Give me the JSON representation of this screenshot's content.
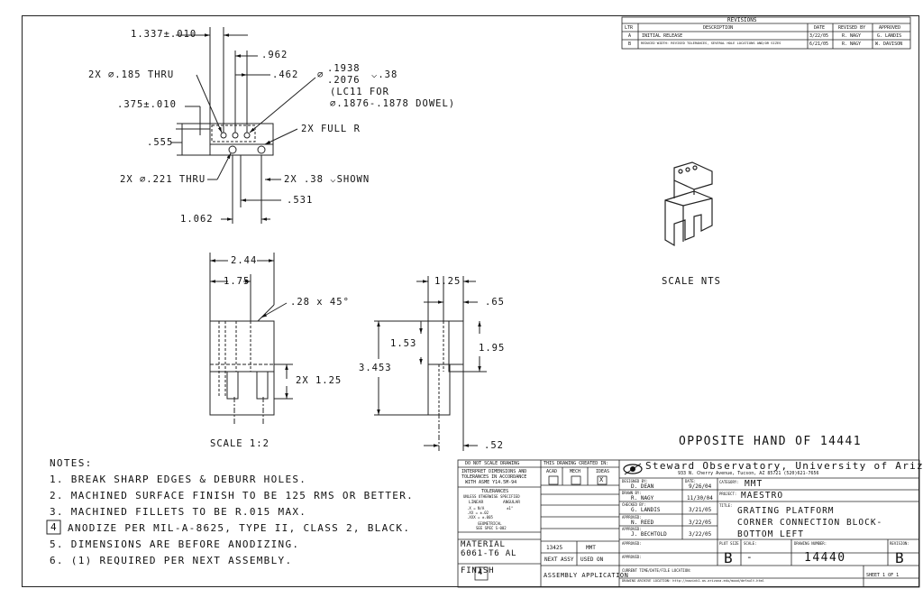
{
  "revisions": {
    "header": "REVISIONS",
    "columns": [
      "LTR",
      "DESCRIPTION",
      "DATE",
      "REVISED BY",
      "APPROVED"
    ],
    "rows": [
      [
        "A",
        "INITIAL RELEASE",
        "3/22/05",
        "R. NAGY",
        "G. LANDIS"
      ],
      [
        "B",
        "REDUCED WIDTH: REVISED TOLERANCES, SEVERAL HOLE LOCATIONS AND/OR SIZES",
        "6/21/05",
        "R. NAGY",
        "W. DAVISON"
      ]
    ]
  },
  "top_view_dims": {
    "d1337": "1.337±.010",
    "d962": ".962",
    "d462": ".462",
    "d185": "2X ⌀.185 THRU",
    "dia_sym": "⌀",
    "d1938": ".1938",
    "d2076": ".2076",
    "depth38": "⌵.38",
    "lc11": "(LC11 FOR",
    "dowel": "⌀.1876-.1878 DOWEL)",
    "d375": ".375±.010",
    "fullr": "2X FULL R",
    "d555": ".555",
    "d221": "2X ⌀.221 THRU",
    "d38shown": "2X .38 ⌵SHOWN",
    "d531": ".531",
    "d1062": "1.062"
  },
  "front_view_dims": {
    "d244": "2.44",
    "d175": "1.75",
    "chamfer": ".28 x 45°",
    "d2x125": "2X 1.25",
    "scale": "SCALE 1:2"
  },
  "side_view_dims": {
    "d125": "1.25",
    "d65": ".65",
    "d153": "1.53",
    "d195": "1.95",
    "d3453": "3.453",
    "d52": ".52"
  },
  "iso": {
    "scale": "SCALE NTS"
  },
  "opposite": "OPPOSITE HAND OF 14441",
  "notes": {
    "title": "NOTES:",
    "items": [
      "1. BREAK SHARP EDGES & DEBURR HOLES.",
      "2. MACHINED SURFACE FINISH TO BE 125 RMS OR BETTER.",
      "3. MACHINED FILLETS TO BE R.015 MAX.",
      "ANODIZE PER MIL-A-8625, TYPE II, CLASS 2, BLACK.",
      "5. DIMENSIONS ARE BEFORE ANODIZING.",
      "6. (1) REQUIRED PER NEXT ASSEMBLY."
    ],
    "flag_num": "4"
  },
  "title_block": {
    "no_scale": "DO NOT SCALE DRAWING",
    "interpret1": "INTERPRET DIMENSIONS AND",
    "interpret2": "TOLERANCES IN ACCORDANCE",
    "interpret3": "WITH ASME Y14.5M-94",
    "tol_title": "TOLERANCES",
    "tol_sub": "UNLESS OTHERWISE SPECIFIED",
    "tol_linear": "LINEAR",
    "tol_angular": "ANGULAR",
    "tol_x": ".X   = N/A",
    "tol_xx": ".XX  = ±.02",
    "tol_xxx": ".XXX = ±.005",
    "tol_ang": "±1°",
    "geo1": "GEOMETRICAL",
    "geo2": "SEE SPEC S-002",
    "material_label": "MATERIAL",
    "material": "6061-T6 AL",
    "finish_label": "FINISH",
    "finish_num": "4",
    "created_in": "THIS DRAWING CREATED IN:",
    "acad": "ACAD",
    "mech": "MECH",
    "ideas": "IDEAS",
    "ideas_mark": "X",
    "next_assy_no": "13425",
    "used_on_val": "MMT",
    "next_assy": "NEXT ASSY",
    "used_on": "USED ON",
    "assy_app": "ASSEMBLY APPLICATION",
    "org": "Steward Observatory, University of Arizona",
    "address": "933 N. Cherry Avenue, Tucson, AZ  85721  (520)621-7656",
    "designed_by_label": "DESIGNED BY:",
    "designed_by": "D. DEAN",
    "date_label": "DATE:",
    "designed_date": "9/26/04",
    "drawn_by_label": "DRAWN BY:",
    "drawn_by": "R. NAGY",
    "drawn_date": "11/30/04",
    "checked_label": "CHECKED BY:",
    "checked_by": "G. LANDIS",
    "checked_date": "3/21/05",
    "approved_label": "APPROVED:",
    "approved1": "N. REED",
    "approved1_date": "3/22/05",
    "approved2": "J. BECHTOLD",
    "approved2_date": "3/22/05",
    "category_label": "CATEGORY:",
    "category": "MMT",
    "project_label": "PROJECT:",
    "project": "MAESTRO",
    "title_label": "TITLE:",
    "title1": "GRATING PLATFORM",
    "title2": "CORNER CONNECTION BLOCK-",
    "title3": "BOTTOM LEFT",
    "plot_size_label": "PLOT SIZE",
    "plot_size": "B",
    "scale_label": "SCALE:",
    "scale": "-",
    "dwg_label": "DRAWING NUMBER:",
    "dwg_no": "14440",
    "rev_label": "REVISION:",
    "rev": "B",
    "current_time": "CURRENT TIME/DATE/FILE LOCATION:",
    "archive": "DRAWING ARCHIVE LOCATION: http://mavink1.as.arizona.edu/mood/default.html",
    "sheet": "SHEET 1 OF 1"
  }
}
